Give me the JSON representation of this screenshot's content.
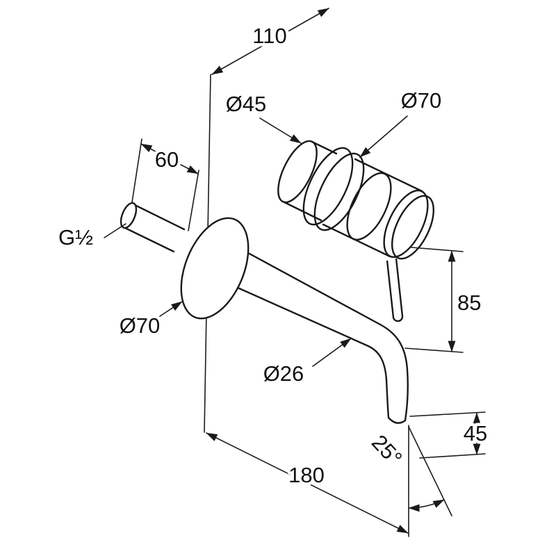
{
  "meta": {
    "background": "#ffffff",
    "line_color": "#1a1a1a",
    "drawing_kind": "dimensional line drawing"
  },
  "labels": {
    "dim_110": "110",
    "dia_45": "Ø45",
    "dia_70_handle": "Ø70",
    "dim_60": "60",
    "thread_g_half": "G½",
    "dia_70_spout": "Ø70",
    "dim_85": "85",
    "dia_26": "Ø26",
    "dim_45": "45",
    "dim_180": "180",
    "angle_25": "25°"
  }
}
